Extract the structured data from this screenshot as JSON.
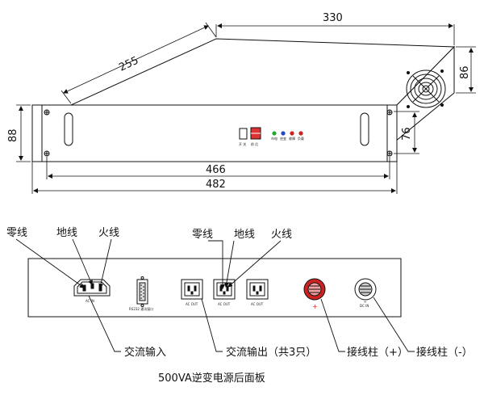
{
  "dimensions": {
    "depth_top": "330",
    "depth_side": "255",
    "panel_width": "466",
    "rack_width": "482",
    "height_left": "88",
    "height_right": "86",
    "fan_height": "76"
  },
  "front_panel": {
    "switch_labels": [
      "开 关",
      "前 后"
    ],
    "led_labels": [
      "市电",
      "逆变",
      "故障",
      "负载"
    ]
  },
  "rear_panel": {
    "top_labels": {
      "neutral_left": "零线",
      "ground_left": "地线",
      "live_left": "火线",
      "neutral_right": "零线",
      "ground_right": "地线",
      "live_right": "火线"
    },
    "tiny_labels": {
      "ac_in": "AC IN",
      "comm_port": "RS232 通讯接口",
      "ac_out_1": "AC OUT",
      "ac_out_2": "AC OUT",
      "ac_out_3": "AC OUT",
      "dc_in": "DC IN",
      "plus": "+",
      "minus": "-"
    },
    "bottom_labels": {
      "ac_input": "交流输入",
      "ac_output": "交流输出（共3只）",
      "terminal_pos": "接线柱（+）",
      "terminal_neg": "接线柱（-）"
    }
  },
  "caption": "500VA逆变电源后面板",
  "colors": {
    "line": "#111111",
    "red_terminal": "#cc2222",
    "led_green": "#22aa33",
    "led_blue": "#2244cc",
    "led_red": "#cc2222"
  }
}
